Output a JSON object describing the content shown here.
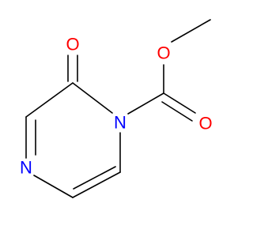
{
  "molecule": {
    "atoms": [
      {
        "id": "O_ketone",
        "symbol": "O",
        "color": "#ff0000"
      },
      {
        "id": "O_ester",
        "symbol": "O",
        "color": "#ff0000"
      },
      {
        "id": "O_carbonyl",
        "symbol": "O",
        "color": "#ff0000"
      },
      {
        "id": "N_ring",
        "symbol": "N",
        "color": "#0000ff"
      },
      {
        "id": "N_amide",
        "symbol": "N",
        "color": "#0000ff"
      }
    ]
  }
}
